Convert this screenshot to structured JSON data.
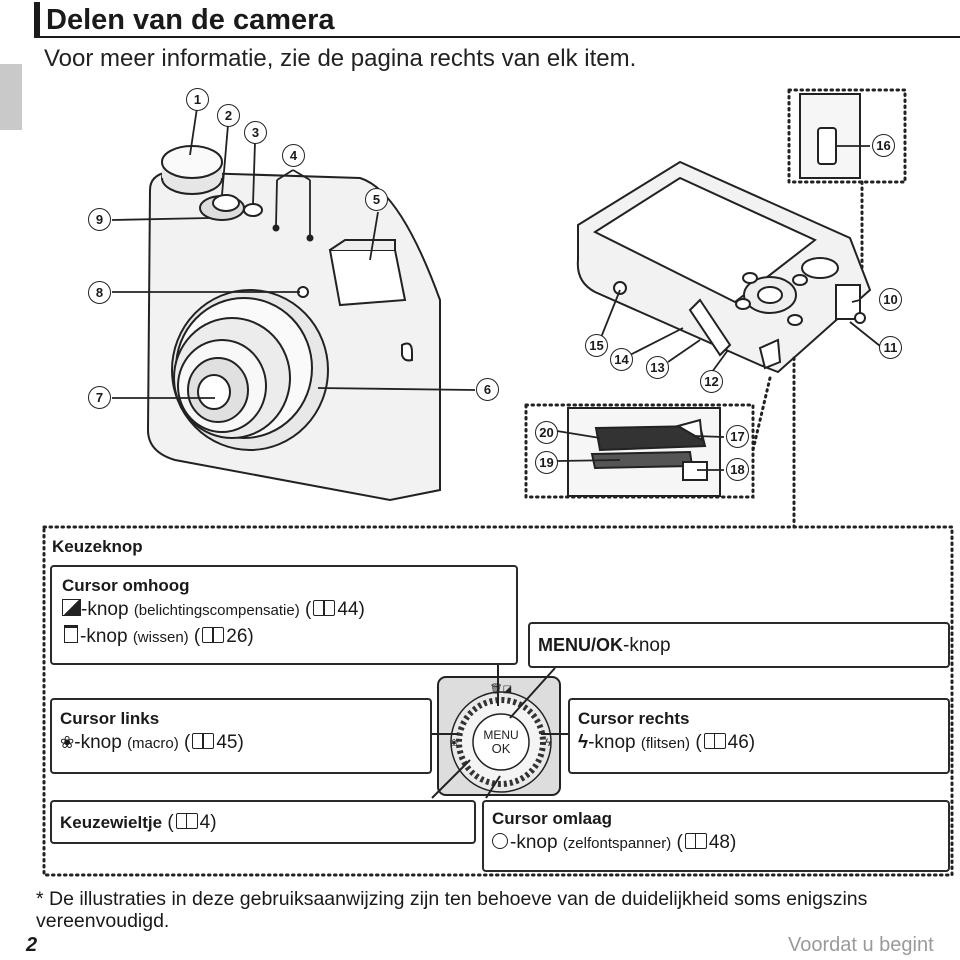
{
  "page": {
    "title": "Delen van de camera",
    "subtitle": "Voor meer informatie, zie de pagina rechts van elk item.",
    "page_number": "2",
    "next_hint": "Voordat u begint",
    "footnote": "* De illustraties in deze gebruiksaanwijzing zijn ten behoeve van de duidelijkheid soms enigszins vereenvoudigd."
  },
  "callout_numbers": [
    "1",
    "2",
    "3",
    "4",
    "5",
    "6",
    "7",
    "8",
    "9",
    "10",
    "11",
    "12",
    "13",
    "14",
    "15",
    "16",
    "17",
    "18",
    "19",
    "20"
  ],
  "keuzeknop": {
    "heading": "Keuzeknop",
    "omhoog": {
      "title": "Cursor omhoog",
      "line1_a": "-knop ",
      "line1_b": "(belichtingscompensatie)",
      "line1_c": "44)",
      "line2_a": "-knop ",
      "line2_b": "(wissen)",
      "line2_c": "26)"
    },
    "menu": {
      "a": "MENU/OK",
      "b": "-knop"
    },
    "links": {
      "title": "Cursor links",
      "a": "-knop ",
      "b": "(macro)",
      "c": "45)"
    },
    "rechts": {
      "title": "Cursor rechts",
      "a": "-knop ",
      "b": "(flitsen)",
      "c": "46)"
    },
    "wieltje": {
      "title": "Keuzewieltje",
      "c": "4)"
    },
    "omlaag": {
      "title": "Cursor omlaag",
      "a": "-knop ",
      "b": "(zelfontspanner)",
      "c": "48)"
    },
    "dial_labels": {
      "menu": "MENU",
      "ok": "OK"
    }
  },
  "colors": {
    "ink": "#1a1a1a",
    "tab": "#c9c9c9",
    "muted": "#9a9a9a"
  }
}
